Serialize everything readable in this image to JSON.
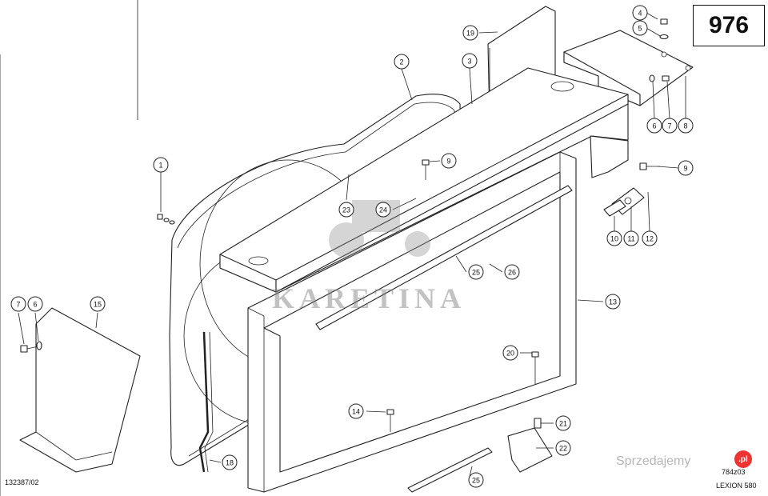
{
  "header": {
    "page_number": "976"
  },
  "footer": {
    "doc_number": "132387/02",
    "drawing_ref": "784z03",
    "model": "LEXION 580"
  },
  "watermark": {
    "text": "KARETINA",
    "site": "Sprzedajemy",
    "site_badge": ".pl"
  },
  "callouts": [
    {
      "label": "1"
    },
    {
      "label": "2"
    },
    {
      "label": "3"
    },
    {
      "label": "4"
    },
    {
      "label": "5"
    },
    {
      "label": "6"
    },
    {
      "label": "7"
    },
    {
      "label": "8"
    },
    {
      "label": "9"
    },
    {
      "label": "9"
    },
    {
      "label": "10"
    },
    {
      "label": "11"
    },
    {
      "label": "12"
    },
    {
      "label": "13"
    },
    {
      "label": "14"
    },
    {
      "label": "15"
    },
    {
      "label": "6"
    },
    {
      "label": "7"
    },
    {
      "label": "18"
    },
    {
      "label": "19"
    },
    {
      "label": "20"
    },
    {
      "label": "21"
    },
    {
      "label": "22"
    },
    {
      "label": "23"
    },
    {
      "label": "24"
    },
    {
      "label": "25"
    },
    {
      "label": "25"
    },
    {
      "label": "26"
    }
  ]
}
